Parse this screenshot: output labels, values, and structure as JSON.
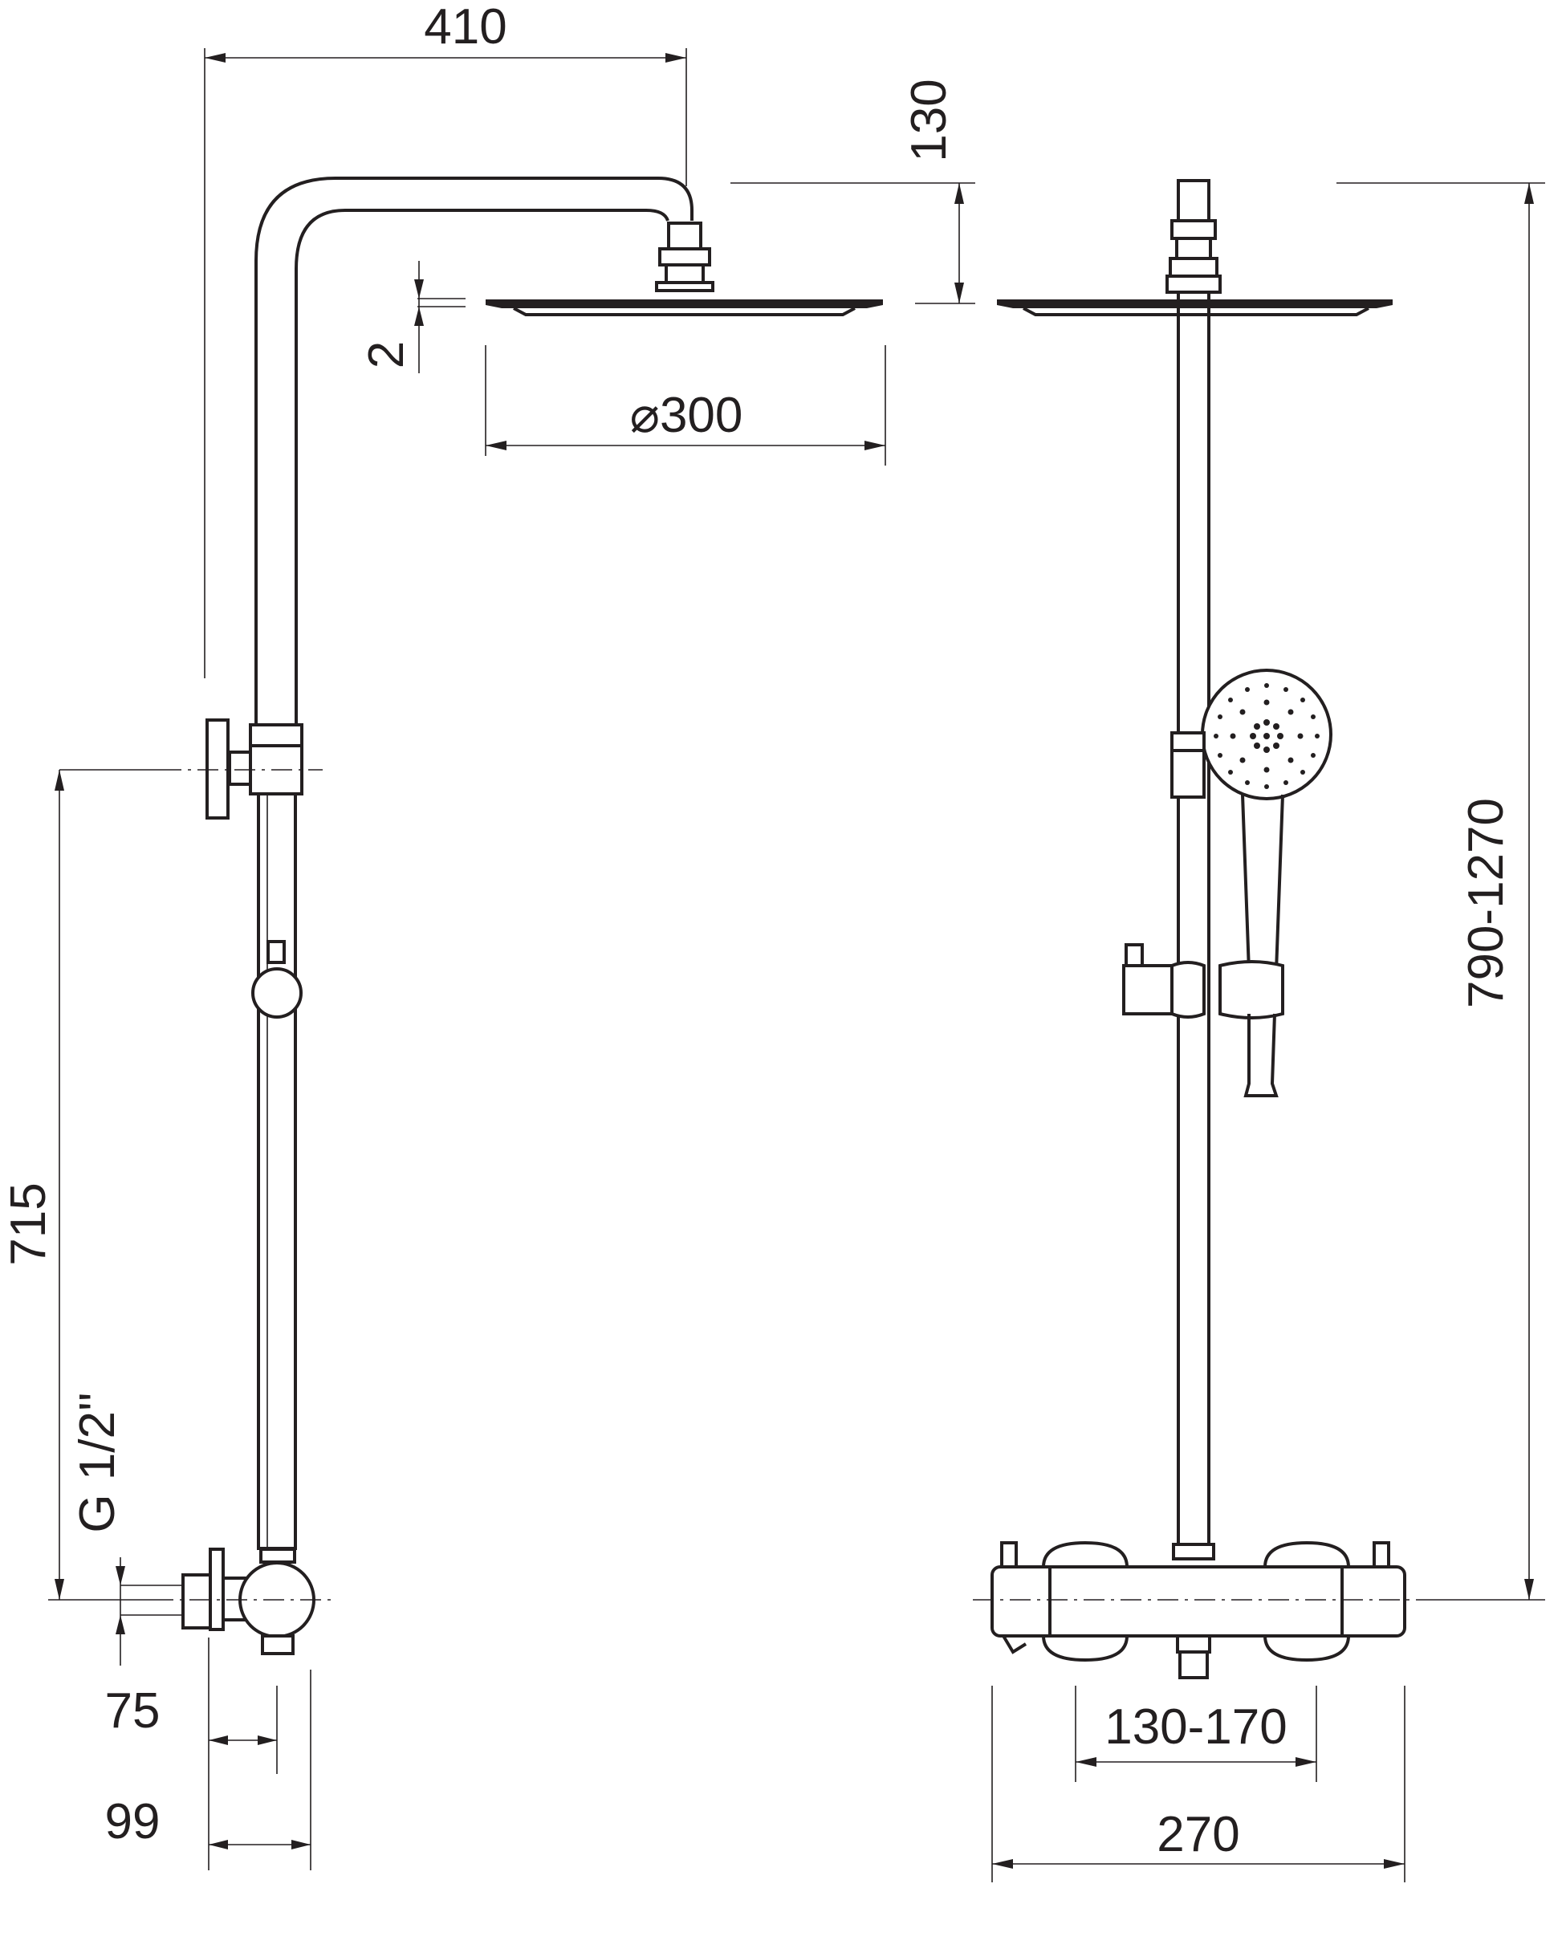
{
  "dimensions": {
    "arm_reach": "410",
    "head_drop": "130",
    "head_thickness": "2",
    "head_diameter": "300",
    "inlet_to_arm": "715",
    "thread": "G 1/2''",
    "wall_offset_inlet": "75",
    "wall_offset_total": "99",
    "height_range": "790-1270",
    "inlet_spacing": "130-170",
    "mixer_width": "270"
  },
  "symbols": {
    "diameter": "⌀"
  },
  "colors": {
    "line": "#231f20",
    "background": "#ffffff"
  }
}
